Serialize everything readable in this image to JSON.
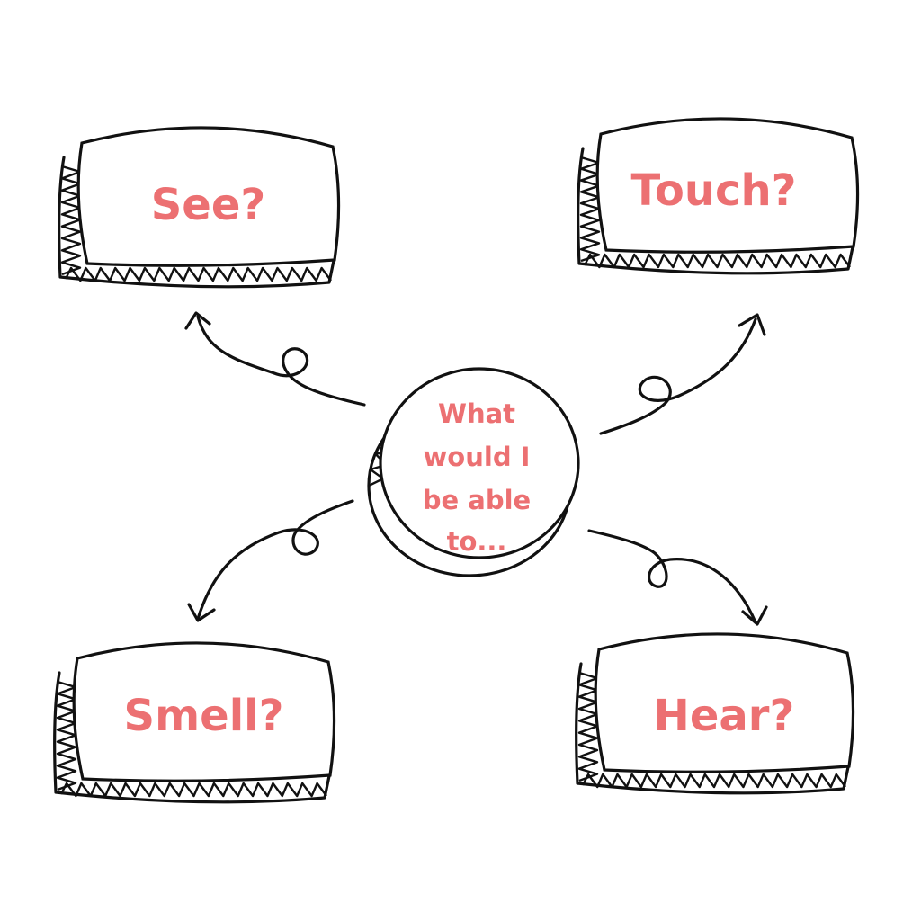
{
  "center": {
    "lines": [
      "What",
      "would I",
      "be able",
      "to..."
    ]
  },
  "boxes": [
    {
      "id": "see",
      "label": "See?"
    },
    {
      "id": "touch",
      "label": "Touch?"
    },
    {
      "id": "smell",
      "label": "Smell?"
    },
    {
      "id": "hear",
      "label": "Hear?"
    }
  ],
  "colors": {
    "text": "#ec7072",
    "ink": "#111111"
  }
}
